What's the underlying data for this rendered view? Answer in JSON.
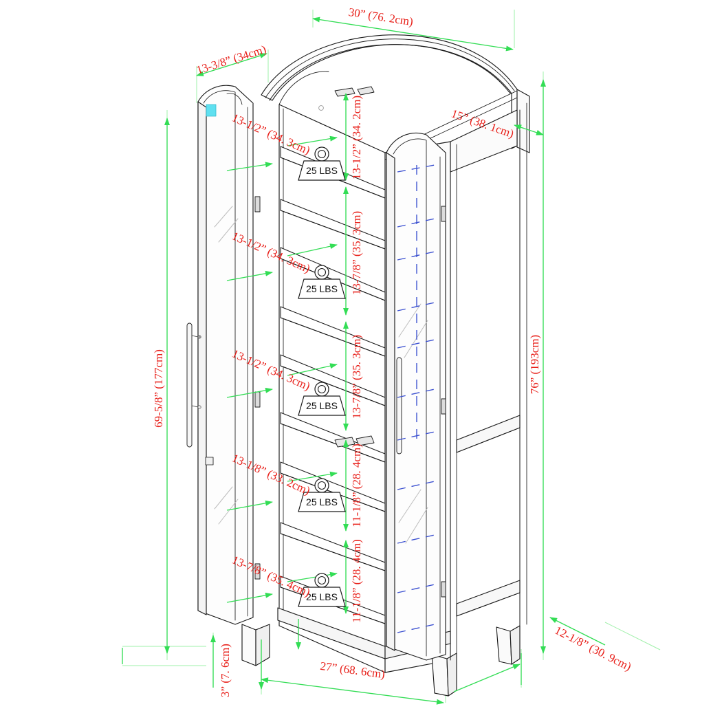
{
  "drawing": {
    "title": "Arched Glass Door Display Cabinet - Dimension Drawing",
    "units": "inches (centimeters)",
    "colors": {
      "outline": "#1a1a1a",
      "dimension_line": "#33dd55",
      "dimension_text": "#e8201a",
      "hidden_line": "#3a4fd0",
      "highlight": "#5fe0f0",
      "background": "#ffffff"
    }
  },
  "dimensions": {
    "overall_width_top": "30” (76. 2cm)",
    "depth_top_left": "13-3/8” (34cm)",
    "depth_top_right": "15” (38. 1cm)",
    "door_height_left": "69-5/8” (177cm)",
    "overall_height_right": "76” (193cm)",
    "base_width": "27” (68. 6cm)",
    "leg_height": "3” (7. 6cm)",
    "base_depth_right": "12-1/8” (30. 9cm)"
  },
  "shelf_widths": [
    "13-1/2” (34. 3cm)",
    "13-1/2” (34. 3cm)",
    "13-1/2” (34. 3cm)",
    "13-1/8” (33. 2cm)",
    "13-7/8” (35. 4cm)"
  ],
  "shelf_heights": [
    "13-1/2” (34. 2cm)",
    "13-7/8” (35. 3cm)",
    "13-7/8” (35. 3cm)",
    "11-1/8” (28. 4cm)",
    "11-1/8” (28. 4cm)"
  ],
  "weight_labels": [
    "25 LBS",
    "25 LBS",
    "25 LBS",
    "25 LBS",
    "25 LBS"
  ],
  "weight_capacity_per_shelf": "25 LBS",
  "shelf_count": 5
}
